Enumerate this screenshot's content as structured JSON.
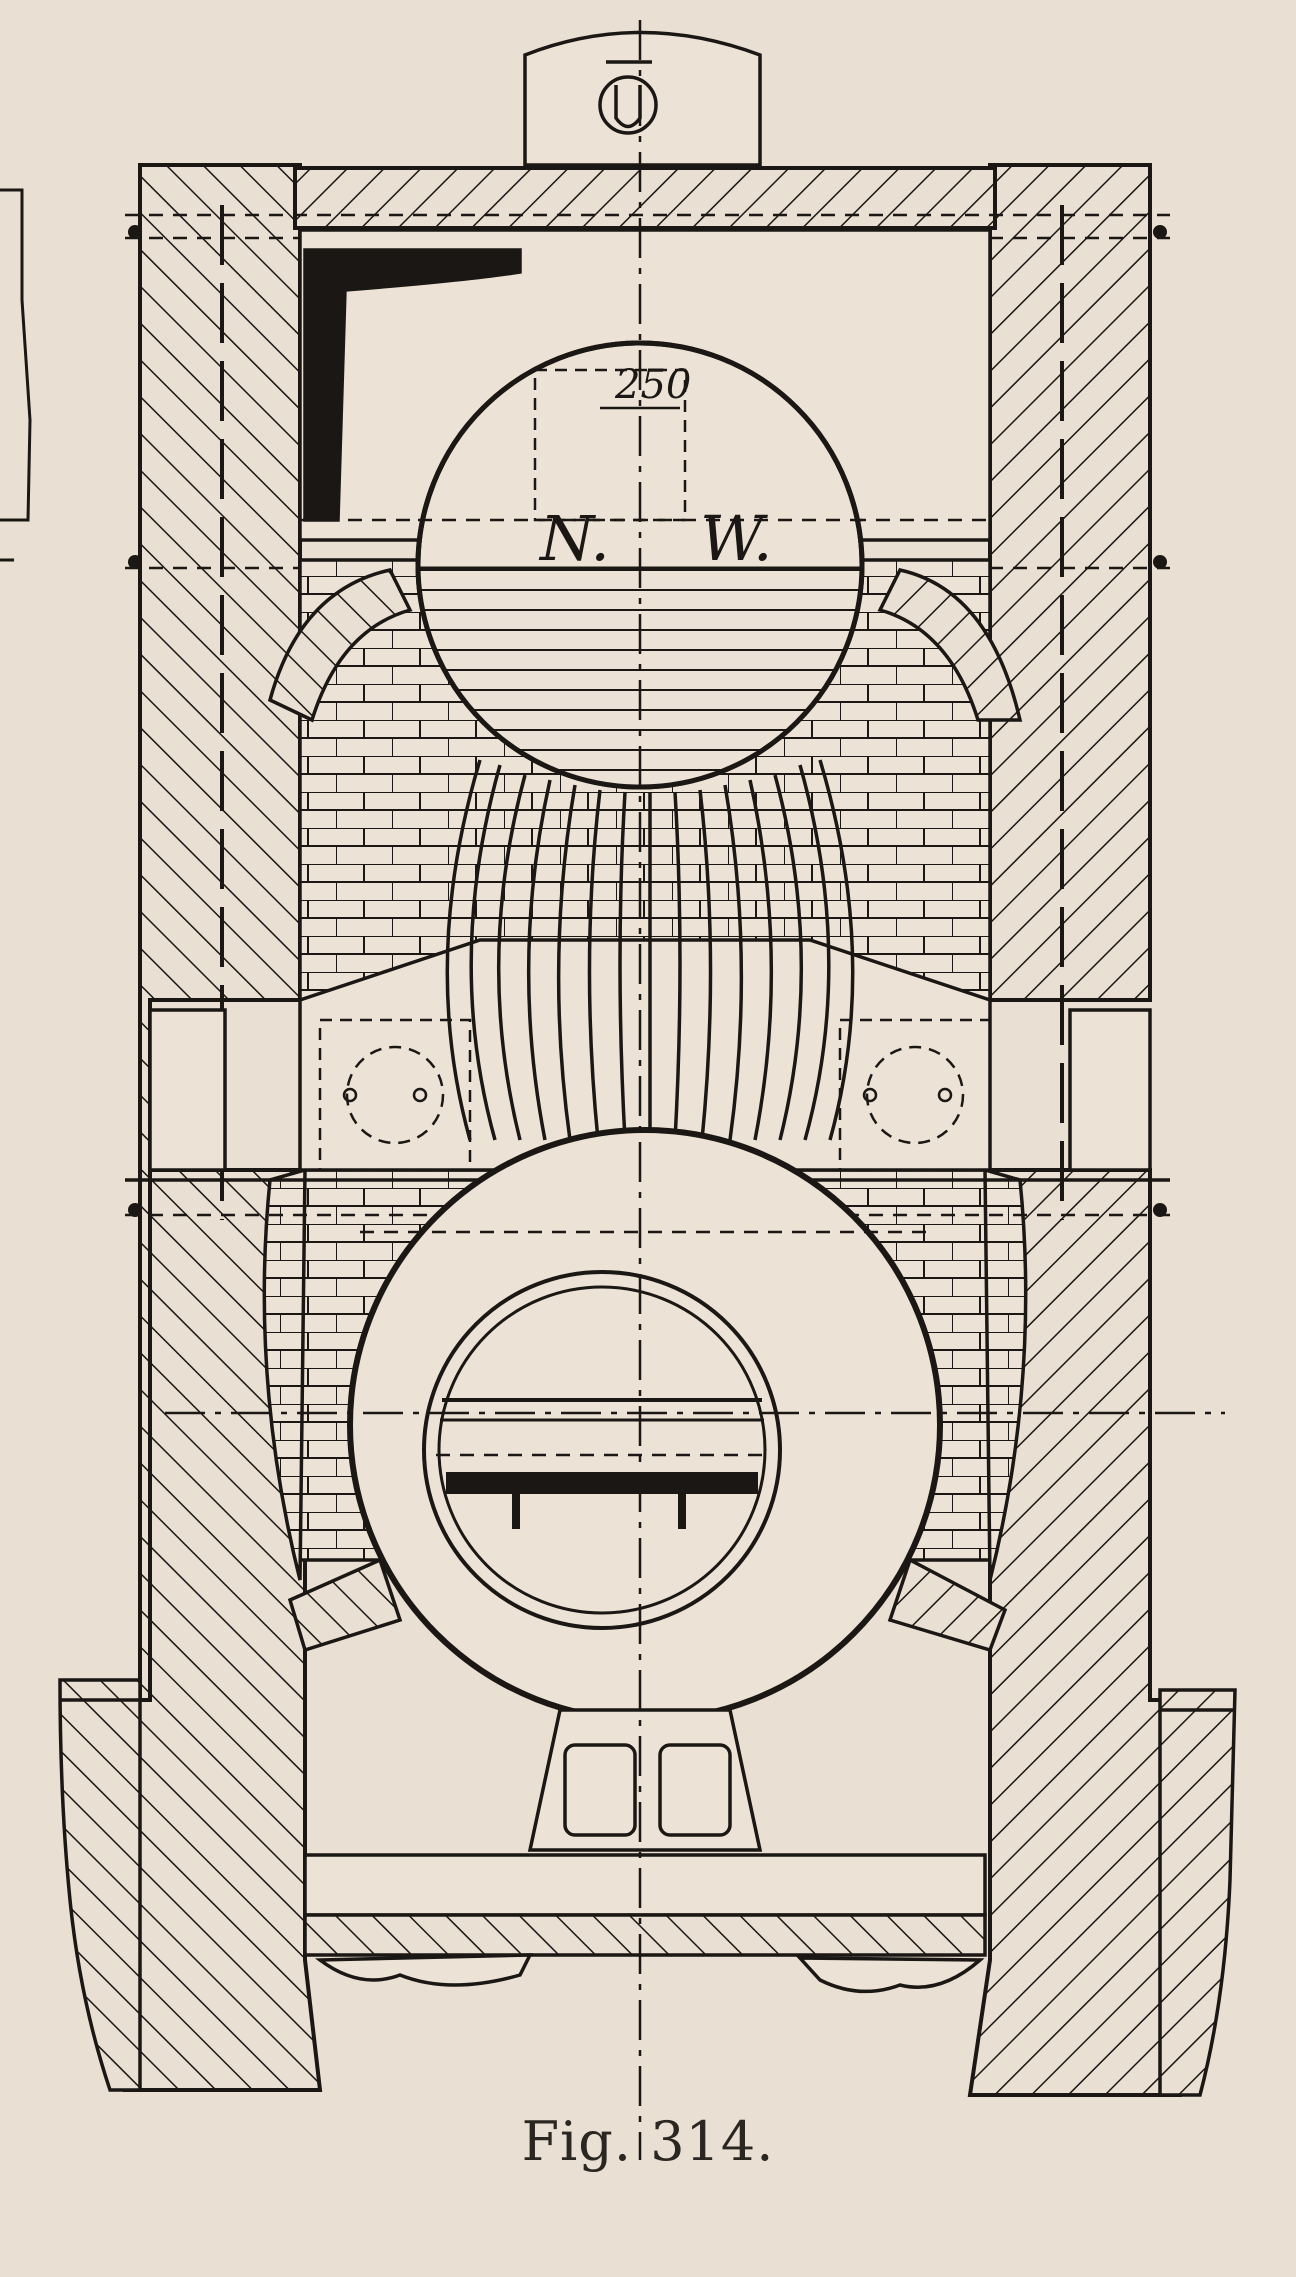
{
  "figure": {
    "caption": "Fig. 314.",
    "dimension_label": "250",
    "water_level_label_left": "N.",
    "water_level_label_right": "W."
  },
  "colors": {
    "paper": "#e9dfd2",
    "ink": "#1a1714"
  }
}
